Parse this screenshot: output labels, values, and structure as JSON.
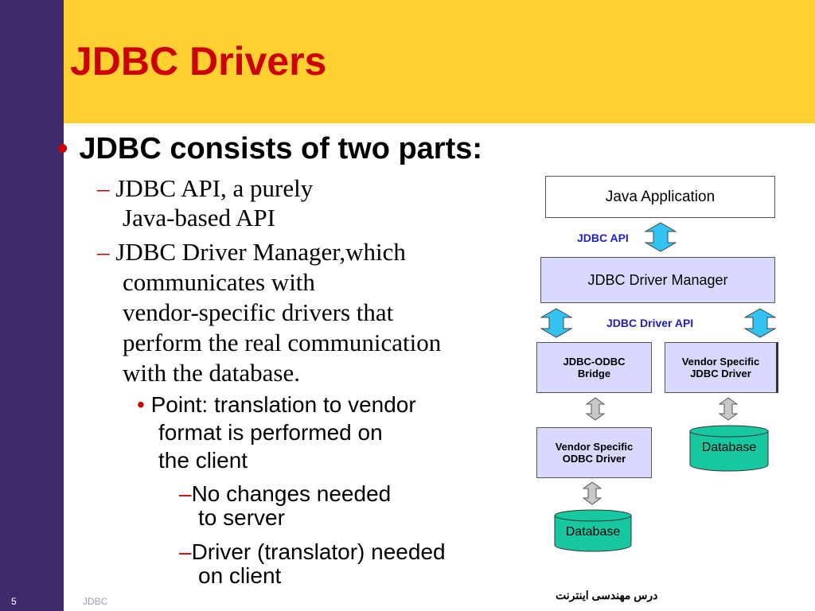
{
  "slide": {
    "title": "JDBC Drivers",
    "bullet_glyph": "•",
    "dash_glyph": "–",
    "main_bullet": "JDBC consists of two parts:",
    "sub_items": [
      {
        "line1": "JDBC API, a purely",
        "line2": "Java-based API"
      },
      {
        "line1": "JDBC Driver Manager,which",
        "line2": "communicates with",
        "line3": "vendor-specific drivers that",
        "line4": "perform the real communication",
        "line5": "with the database."
      }
    ],
    "point": {
      "line1": "Point: translation to vendor",
      "line2": "format is performed on",
      "line3": "the client"
    },
    "notes": [
      {
        "line1": "No changes needed",
        "line2": "to server"
      },
      {
        "line1": "Driver (translator) needed",
        "line2": "on client"
      }
    ]
  },
  "diagram": {
    "java_app": "Java Application",
    "jdbc_api_label": "JDBC API",
    "driver_manager": "JDBC Driver Manager",
    "driver_api_label": "JDBC Driver API",
    "jdbc_odbc_bridge": {
      "line1": "JDBC-ODBC",
      "line2": "Bridge"
    },
    "vendor_jdbc_driver": {
      "line1": "Vendor Specific",
      "line2": "JDBC Driver"
    },
    "vendor_odbc_driver": {
      "line1": "Vendor Specific",
      "line2": "ODBC Driver"
    },
    "database_right": "Database",
    "database_bottom": "Database",
    "colors": {
      "cyan_arrow": "#33c3f0",
      "gray_arrow": "#c8c8c8",
      "database": "#16c8a0",
      "box": "#d9d9ff"
    }
  },
  "footer": {
    "page_number": "5",
    "topic": "JDBC",
    "course": "درس مهندسی اینترنت"
  },
  "theme": {
    "sidebar": "#3f2a6b",
    "topbar": "#ffd030",
    "title": "#cc0000"
  }
}
